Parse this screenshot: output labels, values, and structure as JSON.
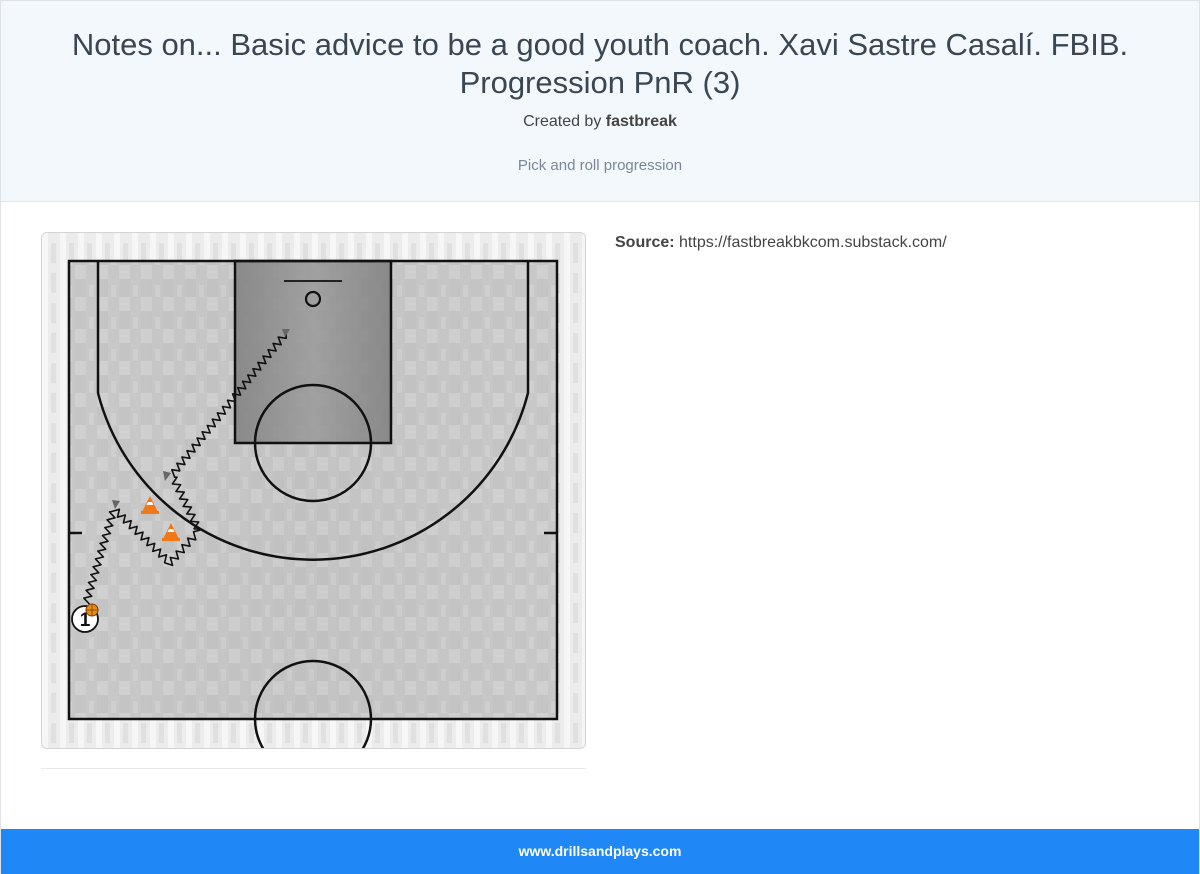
{
  "header": {
    "title": "Notes on... Basic advice to be a good youth coach. Xavi Sastre Casalí. FBIB. Progression PnR (3)",
    "created_by_prefix": "Created by",
    "author": "fastbreak",
    "subtitle": "Pick and roll progression"
  },
  "diagram": {
    "player_label": "1",
    "icons": [
      "basketball-court",
      "cone-icon",
      "cone-icon",
      "basketball-icon",
      "dribble-arrow"
    ],
    "colors": {
      "court_floor": "#c8c8c8",
      "paint": "#8a8a8a",
      "lines": "#111111",
      "cone": "#f07818",
      "ball": "#e88a1a"
    }
  },
  "source": {
    "label": "Source:",
    "url": "https://fastbreakbkcom.substack.com/"
  },
  "footer": {
    "site": "www.drillsandplays.com"
  }
}
